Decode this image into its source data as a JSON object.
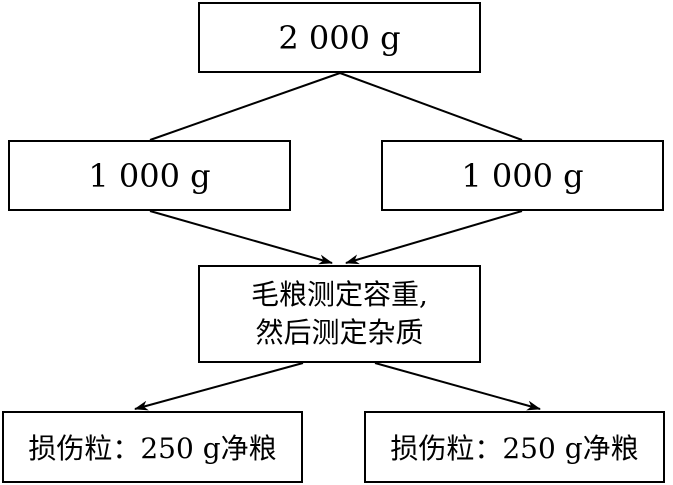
{
  "nodes": {
    "top": "2 000 g",
    "left": "1 000 g",
    "right": "1 000 g",
    "middle": {
      "line1": "毛粮测定容重,",
      "line2": "然后测定杂质"
    },
    "bottom_left": "损伤粒：250 g净粮",
    "bottom_right": "损伤粒：250 g净粮"
  }
}
